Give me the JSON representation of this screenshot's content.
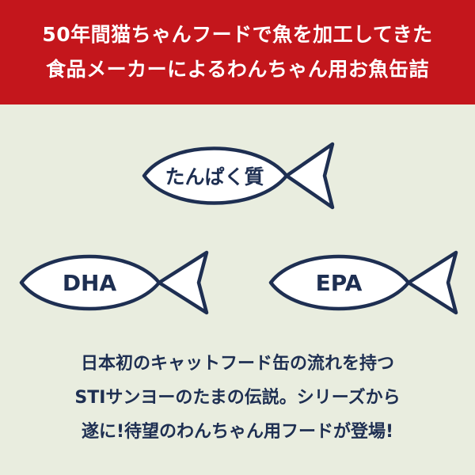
{
  "banner": {
    "line1": "50年間猫ちゃんフードで魚を加工してきた",
    "line2": "食品メーカーによるわんちゃん用お魚缶詰"
  },
  "fish": {
    "protein": "たんぱく質",
    "dha": "DHA",
    "epa": "EPA"
  },
  "body": {
    "line1": "日本初のキャットフード缶の流れを持つ",
    "line2": "STIサンヨーのたまの伝説。シリーズから",
    "line3": "遂に!待望のわんちゃん用フードが登場!"
  },
  "colors": {
    "banner": "#c4161c",
    "background": "#e9eddf",
    "navy": "#1e2f52"
  }
}
